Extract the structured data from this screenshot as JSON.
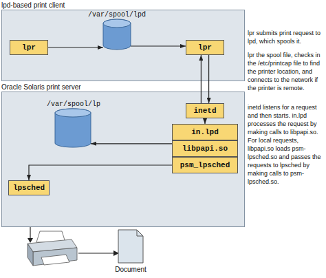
{
  "diagram": {
    "nodes": [
      {
        "text": [
          "lpd-based print client"
        ]
      },
      {
        "text": [
          "/var/spool/lpd"
        ],
        "in": 0
      },
      {
        "text": [
          "lpr"
        ],
        "in": 0
      },
      {
        "text": [
          "lpr"
        ],
        "in": 0
      },
      {
        "text": [
          "Oracle Solaris print server"
        ]
      },
      {
        "text": [
          "/var/spool/lp"
        ],
        "in": 4
      },
      {
        "text": [
          "inetd"
        ],
        "in": 4
      },
      {
        "text": [
          "in.lpd"
        ],
        "in": 4
      },
      {
        "text": [
          "libpapi.so"
        ],
        "in": 4
      },
      {
        "text": [
          "psm_lpsched"
        ],
        "in": 4
      },
      {
        "text": [
          "lpsched"
        ],
        "in": 4
      },
      {
        "text": [
          "Document"
        ]
      }
    ],
    "edges": [
      {
        "from": 2,
        "to": 1,
        "arrow": "to"
      },
      {
        "from": 1,
        "to": 3,
        "arrow": "to"
      },
      {
        "from": 3,
        "to": 6,
        "arrow": "to"
      },
      {
        "from": 6,
        "to": 3,
        "arrow": "to"
      },
      {
        "from": 6,
        "to": 7,
        "arrow": "to"
      },
      {
        "from": 8,
        "to": 5,
        "arrow": "to"
      },
      {
        "from": 9,
        "to": 10,
        "arrow": "to"
      }
    ],
    "labels": [
      "lpr submits print request to lpd, which spools it.",
      "lpr the spool file, checks in the /etc/printcap file to find the printer location, and connects to the network if the printer is remote.",
      "inetd listens for a request and then starts. in.lpd processes the request by making calls to libpapi.so. For local requests, libpapi.so loads psm-lpsched.so and passes the requests to lpsched by making calls to psm-lpsched.so."
    ]
  }
}
